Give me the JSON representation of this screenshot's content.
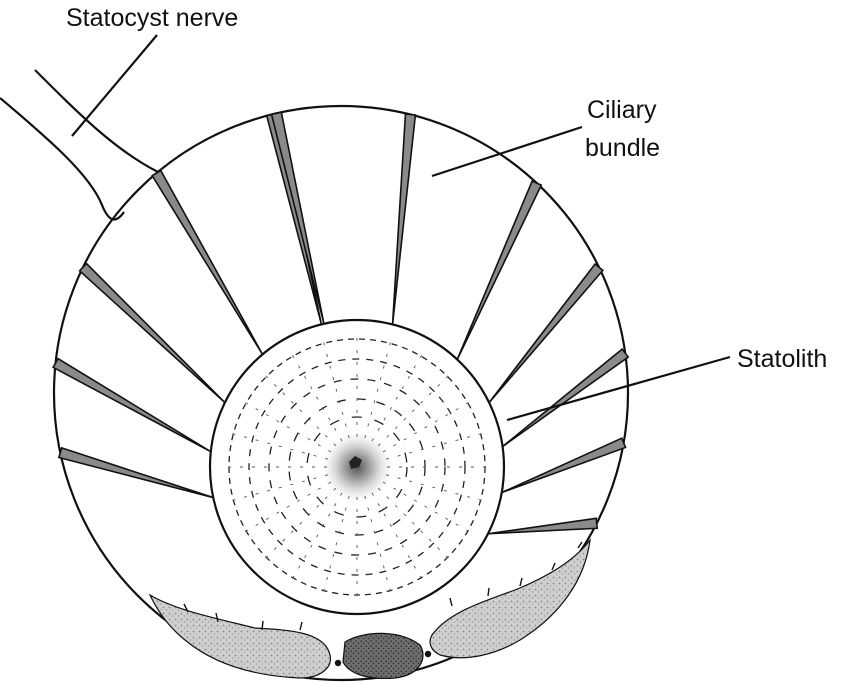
{
  "labels": {
    "statocyst_nerve": "Statocyst nerve",
    "ciliary_line1": "Ciliary",
    "ciliary_line2": "bundle",
    "statolith": "Statolith"
  },
  "colors": {
    "ink": "#111111",
    "background": "#ffffff",
    "cell_fill": "#bdbdbd",
    "dark_cell_fill": "#6a6a6a"
  }
}
